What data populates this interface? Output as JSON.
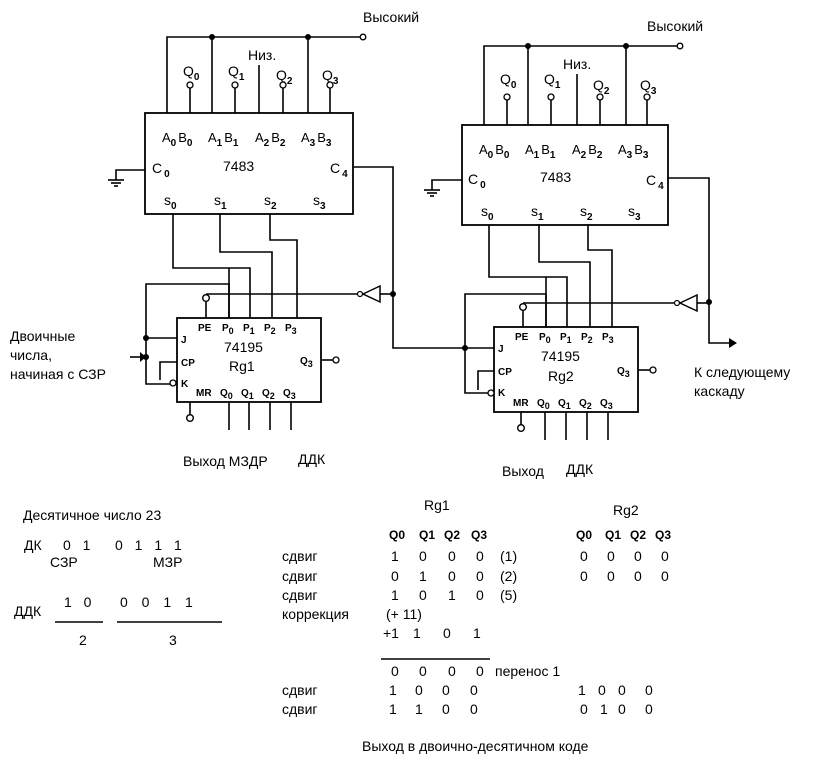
{
  "adder1": {
    "high": "Высокий",
    "low": "Низ.",
    "q": [
      "Q",
      "Q",
      "Q",
      "Q"
    ],
    "q_sub": [
      "0",
      "1",
      "2",
      "3"
    ],
    "pins_top": [
      "A",
      "B",
      "A",
      "B",
      "A",
      "B",
      "A",
      "B"
    ],
    "pins_top_sub": [
      "0",
      "0",
      "1",
      "1",
      "2",
      "2",
      "3",
      "3"
    ],
    "c0": "C",
    "c0_sub": "0",
    "c4": "C",
    "c4_sub": "4",
    "chip": "7483",
    "s": [
      "s",
      "s",
      "s",
      "s"
    ],
    "s_sub": [
      "0",
      "1",
      "2",
      "3"
    ]
  },
  "adder2": {
    "high": "Высокий",
    "low": "Низ.",
    "q": [
      "Q",
      "Q",
      "Q",
      "Q"
    ],
    "q_sub": [
      "0",
      "1",
      "2",
      "3"
    ],
    "pins_top": [
      "A",
      "B",
      "A",
      "B",
      "A",
      "B",
      "A",
      "B"
    ],
    "pins_top_sub": [
      "0",
      "0",
      "1",
      "1",
      "2",
      "2",
      "3",
      "3"
    ],
    "c0": "C",
    "c0_sub": "0",
    "c4": "C",
    "c4_sub": "4",
    "chip": "7483",
    "s": [
      "s",
      "s",
      "s",
      "s"
    ],
    "s_sub": [
      "0",
      "1",
      "2",
      "3"
    ]
  },
  "reg1": {
    "pe": "PE",
    "p": [
      "P",
      "P",
      "P",
      "P"
    ],
    "p_sub": [
      "0",
      "1",
      "2",
      "3"
    ],
    "j": "J",
    "cp": "CP",
    "k": "K",
    "chip": "74195",
    "name": "Rg1",
    "q3bar": "Q",
    "q3bar_sub": "3",
    "mr": "MR",
    "q": [
      "Q",
      "Q",
      "Q",
      "Q"
    ],
    "q_sub": [
      "0",
      "1",
      "2",
      "3"
    ]
  },
  "reg2": {
    "pe": "PE",
    "p": [
      "P",
      "P",
      "P",
      "P"
    ],
    "p_sub": [
      "0",
      "1",
      "2",
      "3"
    ],
    "j": "J",
    "cp": "CP",
    "k": "K",
    "chip": "74195",
    "name": "Rg2",
    "q3bar": "Q",
    "q3bar_sub": "3",
    "mr": "MR",
    "q": [
      "Q",
      "Q",
      "Q",
      "Q"
    ],
    "q_sub": [
      "0",
      "1",
      "2",
      "3"
    ]
  },
  "labels": {
    "input_1": "Двоичные",
    "input_2": "числа,",
    "input_3": "начиная с СЗР",
    "next_1": "К следующему",
    "next_2": "каскаду",
    "out1_a": "Выход МЗДР",
    "out1_b": "ДДК",
    "out2_a": "Выход",
    "out2_b": "ДДК"
  },
  "example": {
    "title": "Десятичное число 23",
    "dk": "ДК",
    "dk_bits_hi": "0 1",
    "dk_bits_lo": "0 1 1 1",
    "szr": "СЗР",
    "mzr": "МЗР",
    "ddk": "ДДК",
    "ddk_bits_hi": "1 0",
    "ddk_bits_lo": "0 0 1 1",
    "digit_hi": "2",
    "digit_lo": "3"
  },
  "table": {
    "rg1": "Rg1",
    "rg2": "Rg2",
    "cols": [
      "Q0",
      "Q1",
      "Q2",
      "Q3"
    ],
    "rows": [
      {
        "op": "сдвиг",
        "rg1": [
          "1",
          "0",
          "0",
          "0"
        ],
        "note": "(1)",
        "rg2": [
          "0",
          "0",
          "0",
          "0"
        ]
      },
      {
        "op": "сдвиг",
        "rg1": [
          "0",
          "1",
          "0",
          "0"
        ],
        "note": "(2)",
        "rg2": [
          "0",
          "0",
          "0",
          "0"
        ]
      },
      {
        "op": "сдвиг",
        "rg1": [
          "1",
          "0",
          "1",
          "0"
        ],
        "note": "(5)",
        "rg2": []
      },
      {
        "op": "коррекция",
        "rg1": [
          "(+ 11)"
        ],
        "note": "",
        "rg2": []
      }
    ],
    "plus_row": [
      "+1",
      "1",
      "0",
      "1"
    ],
    "sum_row": [
      "0",
      "0",
      "0",
      "0"
    ],
    "carry": "перенос 1",
    "after": [
      {
        "op": "сдвиг",
        "rg1": [
          "1",
          "0",
          "0",
          "0"
        ],
        "rg2": [
          "1",
          "0",
          "0",
          "0"
        ]
      },
      {
        "op": "сдвиг",
        "rg1": [
          "1",
          "1",
          "0",
          "0"
        ],
        "rg2": [
          "0",
          "1",
          "0",
          "0"
        ]
      }
    ],
    "caption": "Выход в двоично-десятичном коде"
  }
}
